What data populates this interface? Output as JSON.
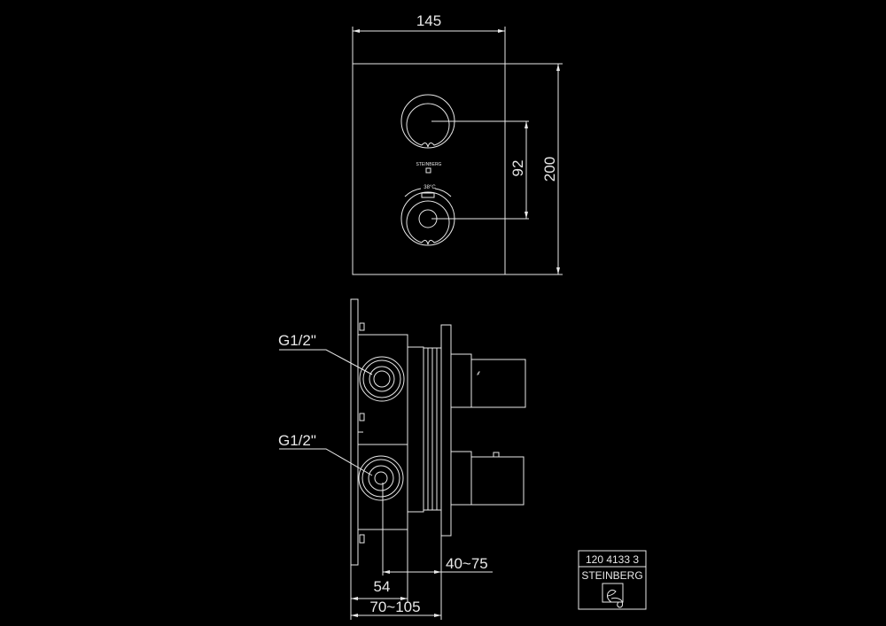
{
  "front_view": {
    "width_dim": "145",
    "height_dim": "200",
    "knob_spacing_dim": "92",
    "brand_mark": "STEINBERG",
    "temperature_label": "38°C"
  },
  "side_view": {
    "port_upper_label": "G1/2\"",
    "port_lower_label": "G1/2\"",
    "depth_dim_front": "40~75",
    "depth_dim_body": "54",
    "depth_dim_total": "70~105"
  },
  "title_block": {
    "article_number": "120 4133 3",
    "brand": "STEINBERG"
  },
  "colors": {
    "background": "#000000",
    "lines": "#e8e8e8"
  }
}
